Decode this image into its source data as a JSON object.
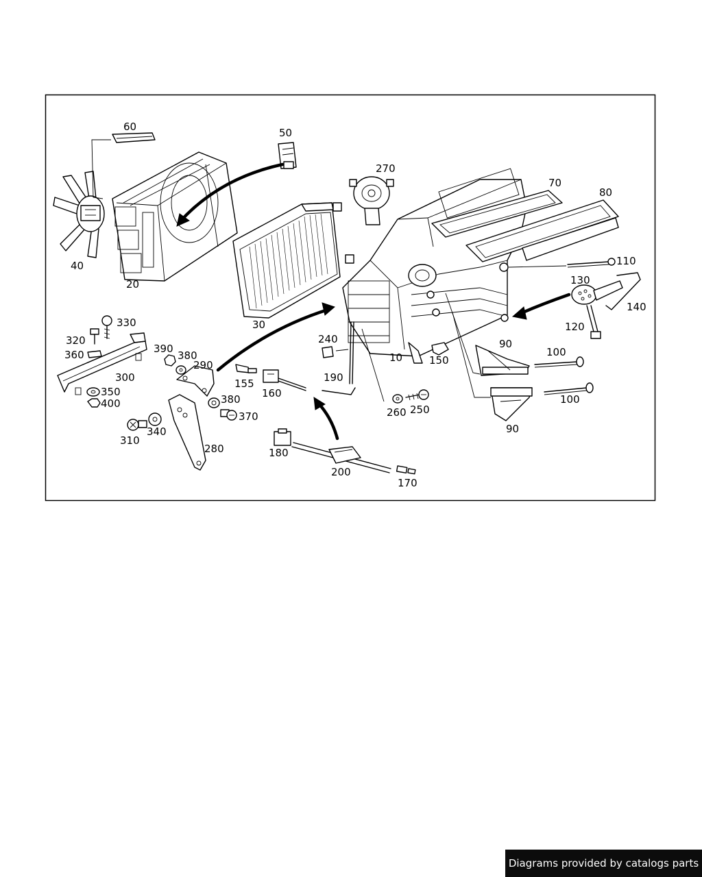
{
  "diagram": {
    "parts": {
      "p10": "10",
      "p20": "20",
      "p30": "30",
      "p40": "40",
      "p50": "50",
      "p60": "60",
      "p70": "70",
      "p80": "80",
      "p90a": "90",
      "p90b": "90",
      "p100a": "100",
      "p100b": "100",
      "p110": "110",
      "p120": "120",
      "p130": "130",
      "p140": "140",
      "p150": "150",
      "p155": "155",
      "p160": "160",
      "p170": "170",
      "p180": "180",
      "p190": "190",
      "p200": "200",
      "p240": "240",
      "p250": "250",
      "p260": "260",
      "p270": "270",
      "p280": "280",
      "p290": "290",
      "p300": "300",
      "p310": "310",
      "p320": "320",
      "p330": "330",
      "p340": "340",
      "p350": "350",
      "p360": "360",
      "p370": "370",
      "p380a": "380",
      "p380b": "380",
      "p390": "390",
      "p400": "400"
    }
  },
  "footer": {
    "watermark": "Diagrams provided by catalogs parts"
  }
}
